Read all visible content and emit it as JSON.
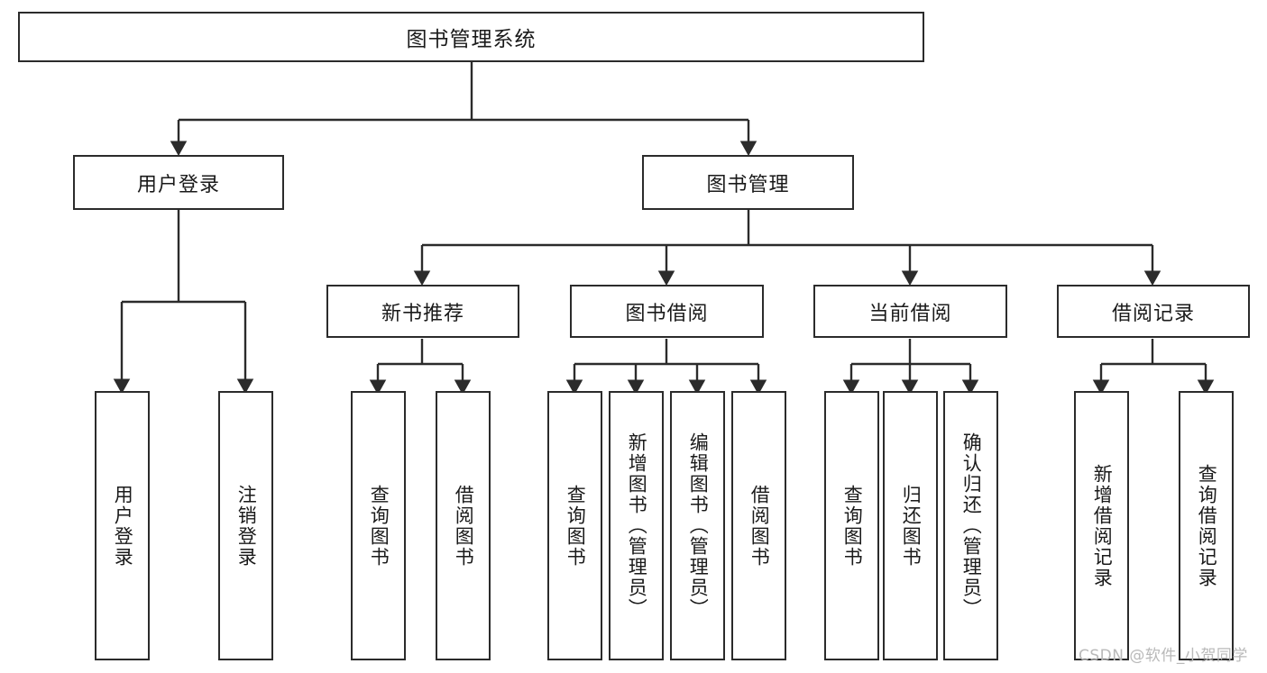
{
  "diagram": {
    "title": "图书管理系统",
    "type": "hierarchy-tree",
    "root": {
      "label": "图书管理系统",
      "children": [
        {
          "label": "用户登录",
          "children": [
            {
              "label": "用户登录"
            },
            {
              "label": "注销登录"
            }
          ]
        },
        {
          "label": "图书管理",
          "children": [
            {
              "label": "新书推荐",
              "children": [
                {
                  "label": "查询图书"
                },
                {
                  "label": "借阅图书"
                }
              ]
            },
            {
              "label": "图书借阅",
              "children": [
                {
                  "label": "查询图书"
                },
                {
                  "label": "新增图书（管理员）"
                },
                {
                  "label": "编辑图书（管理员）"
                },
                {
                  "label": "借阅图书"
                }
              ]
            },
            {
              "label": "当前借阅",
              "children": [
                {
                  "label": "查询图书"
                },
                {
                  "label": "归还图书"
                },
                {
                  "label": "确认归还（管理员）"
                }
              ]
            },
            {
              "label": "借阅记录",
              "children": [
                {
                  "label": "新增借阅记录"
                },
                {
                  "label": "查询借阅记录"
                }
              ]
            }
          ]
        }
      ]
    }
  },
  "nodes": {
    "root": "图书管理系统",
    "user_login": "用户登录",
    "book_manage": "图书管理",
    "new_book_rec": "新书推荐",
    "book_borrow": "图书借阅",
    "current_borrow": "当前借阅",
    "borrow_record": "借阅记录",
    "leaf_user_login": "用户登录",
    "leaf_logout": "注销登录",
    "leaf_query_book_1": "查询图书",
    "leaf_borrow_book_1": "借阅图书",
    "leaf_query_book_2": "查询图书",
    "leaf_add_book": "新增图书（管理员）",
    "leaf_edit_book": "编辑图书（管理员）",
    "leaf_borrow_book_2": "借阅图书",
    "leaf_query_book_3": "查询图书",
    "leaf_return_book": "归还图书",
    "leaf_confirm_return": "确认归还（管理员）",
    "leaf_add_record": "新增借阅记录",
    "leaf_query_record": "查询借阅记录"
  },
  "watermark": {
    "text": "CSDN @软件_小贺同学"
  },
  "colors": {
    "stroke": "#2b2b2b",
    "fill": "#ffffff",
    "text": "#1a1a1a",
    "watermark": "#b9b9b9"
  }
}
